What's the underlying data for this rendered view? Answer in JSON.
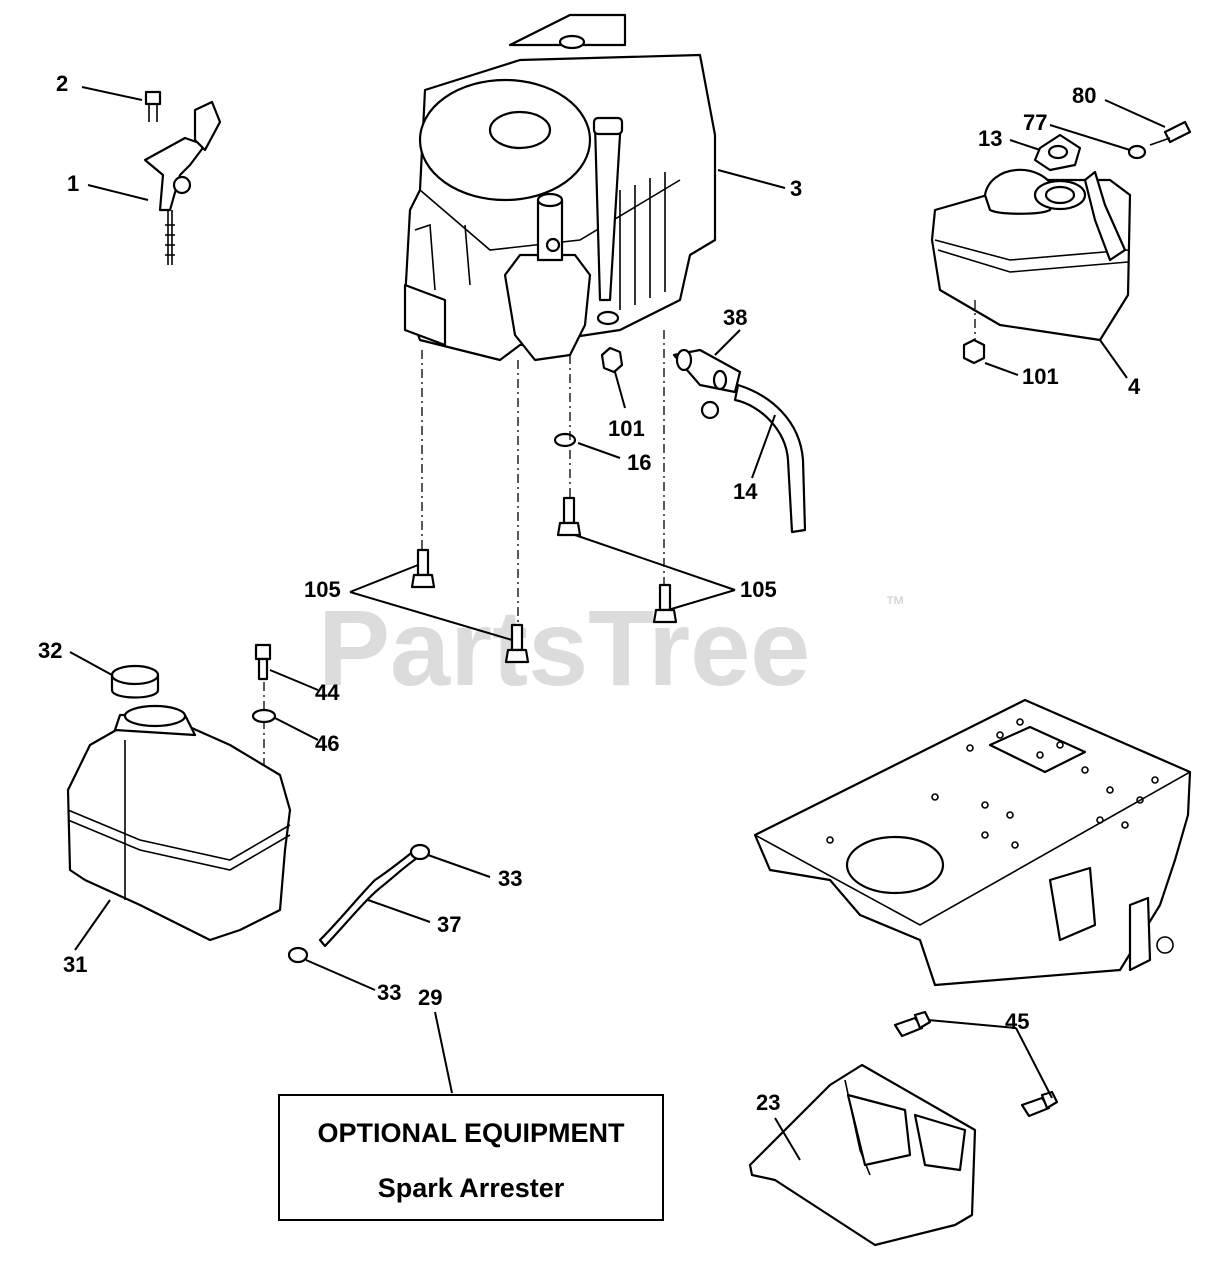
{
  "watermark": {
    "brand": "PartsTree",
    "trademark": "™"
  },
  "callouts": [
    {
      "id": "c-2",
      "text": "2"
    },
    {
      "id": "c-1",
      "text": "1"
    },
    {
      "id": "c-3",
      "text": "3"
    },
    {
      "id": "c-80",
      "text": "80"
    },
    {
      "id": "c-77",
      "text": "77"
    },
    {
      "id": "c-13",
      "text": "13"
    },
    {
      "id": "c-4",
      "text": "4"
    },
    {
      "id": "c-101a",
      "text": "101"
    },
    {
      "id": "c-101b",
      "text": "101"
    },
    {
      "id": "c-38",
      "text": "38"
    },
    {
      "id": "c-16",
      "text": "16"
    },
    {
      "id": "c-14",
      "text": "14"
    },
    {
      "id": "c-105a",
      "text": "105"
    },
    {
      "id": "c-105b",
      "text": "105"
    },
    {
      "id": "c-32",
      "text": "32"
    },
    {
      "id": "c-44",
      "text": "44"
    },
    {
      "id": "c-46",
      "text": "46"
    },
    {
      "id": "c-31",
      "text": "31"
    },
    {
      "id": "c-33a",
      "text": "33"
    },
    {
      "id": "c-37",
      "text": "37"
    },
    {
      "id": "c-33b",
      "text": "33"
    },
    {
      "id": "c-29",
      "text": "29"
    },
    {
      "id": "c-45",
      "text": "45"
    },
    {
      "id": "c-23",
      "text": "23"
    }
  ],
  "optional_box": {
    "title": "OPTIONAL EQUIPMENT",
    "subtitle": "Spark Arrester"
  }
}
